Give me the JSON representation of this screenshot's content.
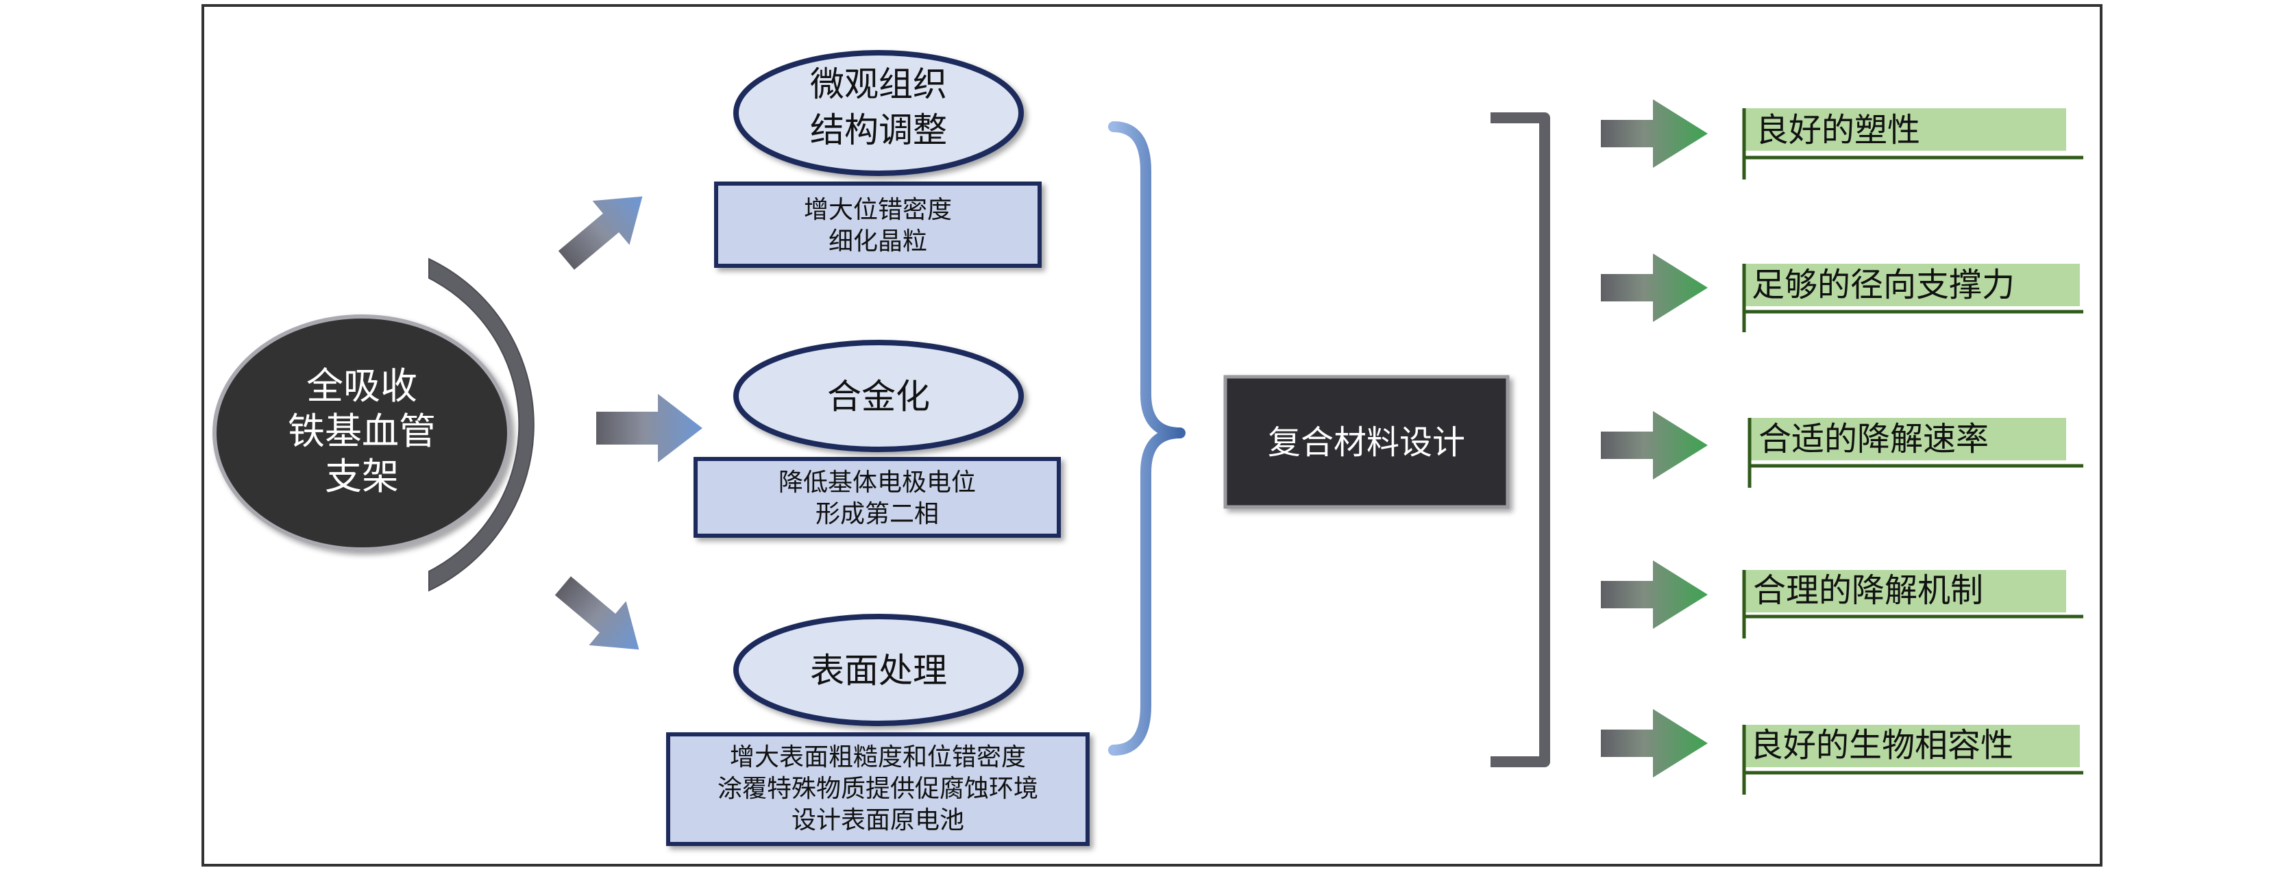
{
  "central": {
    "label_lines": [
      "全吸收",
      "铁基血管",
      "支架"
    ]
  },
  "branches": [
    {
      "title_lines": [
        "微观组织",
        "结构调整"
      ],
      "detail_lines": [
        "增大位错密度",
        "细化晶粒"
      ]
    },
    {
      "title_lines": [
        "合金化"
      ],
      "detail_lines": [
        "降低基体电极电位",
        "形成第二相"
      ]
    },
    {
      "title_lines": [
        "表面处理"
      ],
      "detail_lines": [
        "增大表面粗糙度和位错密度",
        "涂覆特殊物质提供促腐蚀环境",
        "设计表面原电池"
      ]
    }
  ],
  "center_box": {
    "label": "复合材料设计"
  },
  "outcomes": [
    "良好的塑性",
    "足够的径向支撑力",
    "合适的降解速率",
    "合理的降解机制",
    "良好的生物相容性"
  ],
  "colors": {
    "dark_fill": "#333333",
    "oval_fill": "#dbe2f2",
    "box_fill": "#c9d4ec",
    "navy_border": "#1f2a5c",
    "outcome_fill": "#b5d9a1",
    "outcome_border": "#2f5a1a",
    "arrow_blue": "#5b84c4",
    "arrow_green": "#3a9c4a",
    "gray": "#7a7a80"
  }
}
